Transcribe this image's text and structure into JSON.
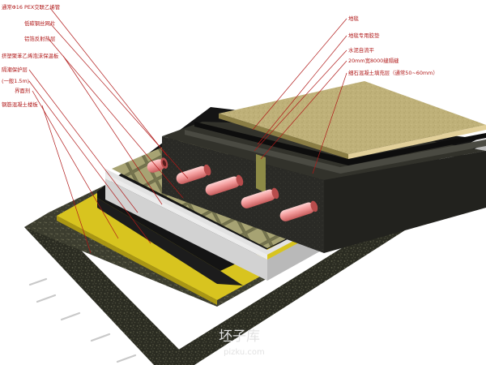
{
  "labels_left": [
    "通常Φ16 PEX交联乙烯管",
    "低碳钢丝网片",
    "铝箔反射热层",
    "挤塑聚苯乙烯泡沫保温板",
    "隔潮保护层",
    "(一般1.5m)",
    "界面剂",
    "钢筋混凝土楼板"
  ],
  "labels_right": [
    "地毯",
    "地毯专用胶垫",
    "水泥自流平",
    "20mm宽8000缝隔缝",
    "细石混凝土填充层（通常50~60mm）"
  ],
  "watermark": {
    "main": "坯子库",
    "sub": "pizku.com"
  },
  "colors": {
    "label": "#b01818",
    "leader": "#b01818",
    "carpet": "#c6b880",
    "concrete": "#2a2b22",
    "pipe": "#ef8f8f",
    "foil": "#d8d8d8",
    "yellow": "#d6c322"
  }
}
